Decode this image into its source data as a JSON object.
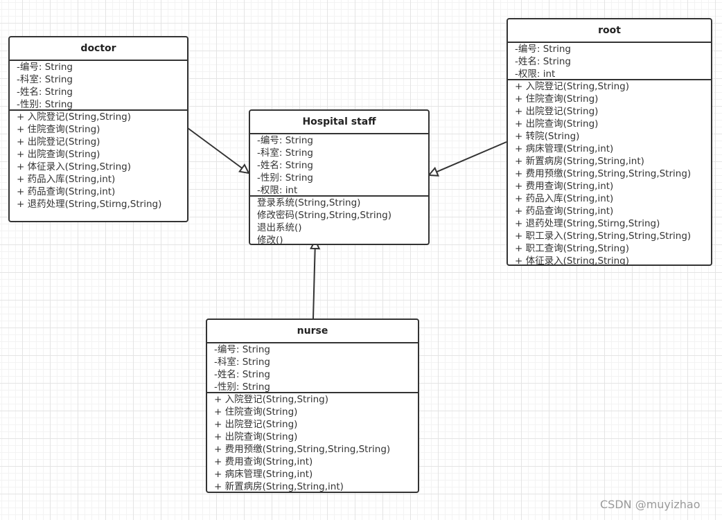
{
  "classes": {
    "doctor": {
      "name": "doctor",
      "attributes": [
        "-编号: String",
        "-科室: String",
        "-姓名: String",
        "-性别: String"
      ],
      "methods": [
        "+ 入院登记(String,String)",
        "+ 住院查询(String)",
        "+ 出院登记(String)",
        "+ 出院查询(String)",
        "+ 体征录入(String,String)",
        "+ 药品入库(String,int)",
        "+ 药品查询(String,int)",
        "+ 退药处理(String,Stirng,String)"
      ]
    },
    "staff": {
      "name": "Hospital staff",
      "attributes": [
        "-编号: String",
        "-科室: String",
        "-姓名: String",
        "-性别: String",
        "-权限: int"
      ],
      "methods": [
        "登录系统(String,String)",
        "修改密码(String,String,String)",
        "退出系统()",
        "修改()"
      ]
    },
    "root": {
      "name": "root",
      "attributes": [
        "-编号: String",
        "-姓名: String",
        "-权限: int"
      ],
      "methods": [
        "+ 入院登记(String,String)",
        "+ 住院查询(String)",
        "+ 出院登记(String)",
        "+ 出院查询(String)",
        "+ 转院(String)",
        "+ 病床管理(String,int)",
        "+ 新置病房(String,String,int)",
        "+ 费用预缴(String,String,String,String)",
        "+ 费用查询(String,int)",
        "+ 药品入库(String,int)",
        "+ 药品查询(String,int)",
        "+ 退药处理(String,Stirng,String)",
        "+ 职工录入(String,String,String,String)",
        "+ 职工查询(String,String)",
        "+ 体征录入(String,String)"
      ]
    },
    "nurse": {
      "name": "nurse",
      "attributes": [
        "-编号: String",
        "-科室: String",
        "-姓名: String",
        "-性别: String"
      ],
      "methods": [
        "+ 入院登记(String,String)",
        "+ 住院查询(String)",
        "+ 出院登记(String)",
        "+ 出院查询(String)",
        "+ 费用预缴(String,String,String,String)",
        "+ 费用查询(String,int)",
        "+ 病床管理(String,int)",
        "+ 新置病房(String,String,int)"
      ]
    }
  },
  "relations": [
    {
      "from": "doctor",
      "to": "staff",
      "type": "inheritance"
    },
    {
      "from": "root",
      "to": "staff",
      "type": "inheritance"
    },
    {
      "from": "nurse",
      "to": "staff",
      "type": "inheritance"
    }
  ],
  "watermark": "CSDN @muyizhao"
}
